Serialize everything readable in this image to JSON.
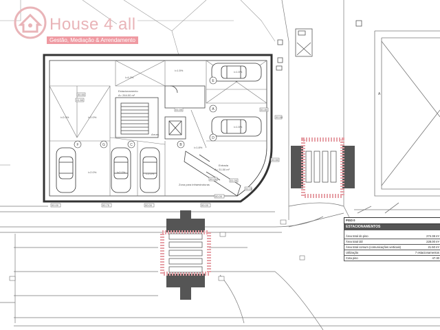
{
  "logo": {
    "name": "House 4 all",
    "tagline": "Gestão, Mediação & Arrendamento",
    "color": "#e9b4b8"
  },
  "plan": {
    "parking_letters": [
      "A",
      "B",
      "C",
      "D",
      "E",
      "F",
      "G"
    ],
    "slopes": [
      "i=4.2%",
      "i=1.5%",
      "i=1.5%",
      "i=1.5%",
      "i=2.0%",
      "i=2.0%",
      "i=2.0%",
      "i=2.0%",
      "i=2.0%",
      "i=1.8%"
    ],
    "parking_area_label": "Estacionamento",
    "parking_area_value": "A= 264.00 m²",
    "entrance_label": "Entrada",
    "entrance_value": "A= 21.50 m²",
    "infra_label": "Zona para infraestruturas",
    "stair_label": "Arrum.",
    "neighbor_letter": "A",
    "dims": [
      "00.00",
      "00.75",
      "00.00",
      "00.00",
      "00.00",
      "01.00",
      "01.50",
      "00.50",
      "01.80",
      "00.50",
      "01.00",
      "00.00",
      "01.00",
      "00.50"
    ]
  },
  "table": {
    "title": "PISO 0",
    "section": "ESTACIONAMENTOS",
    "rows": [
      {
        "label": "Área total do piso",
        "value": "274.38 m²"
      },
      {
        "label": "Área total útil",
        "value": "228.00 m²"
      },
      {
        "label": "Área total comum (comunicações verticais)",
        "value": "21.50 m²"
      },
      {
        "label": "Utilização",
        "value": "7 estacionamentos"
      },
      {
        "label": "Cota piso",
        "value": "47.30"
      }
    ]
  }
}
